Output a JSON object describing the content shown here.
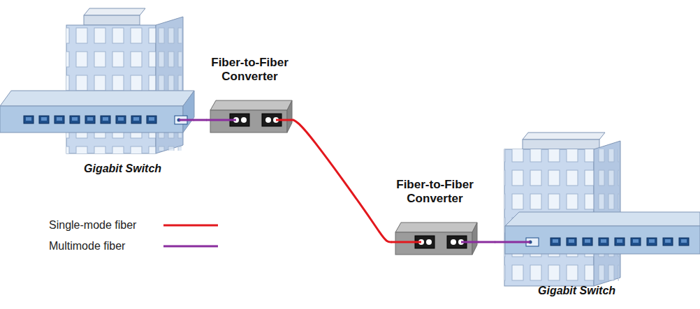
{
  "diagram": {
    "nodes": [
      {
        "text": [
          "Gigabit Switch"
        ]
      },
      {
        "text": [
          "Fiber-to-Fiber Converter"
        ]
      },
      {
        "text": [
          "Fiber-to-Fiber Converter"
        ]
      },
      {
        "text": [
          "Gigabit Switch"
        ]
      }
    ],
    "edges": [
      {
        "from": 0,
        "to": 1,
        "arrow": "none"
      },
      {
        "from": 1,
        "to": 2,
        "arrow": "none"
      },
      {
        "from": 2,
        "to": 3,
        "arrow": "none"
      }
    ],
    "legend": [
      {
        "text": "Single-mode fiber"
      },
      {
        "text": "Multimode fiber"
      }
    ]
  }
}
